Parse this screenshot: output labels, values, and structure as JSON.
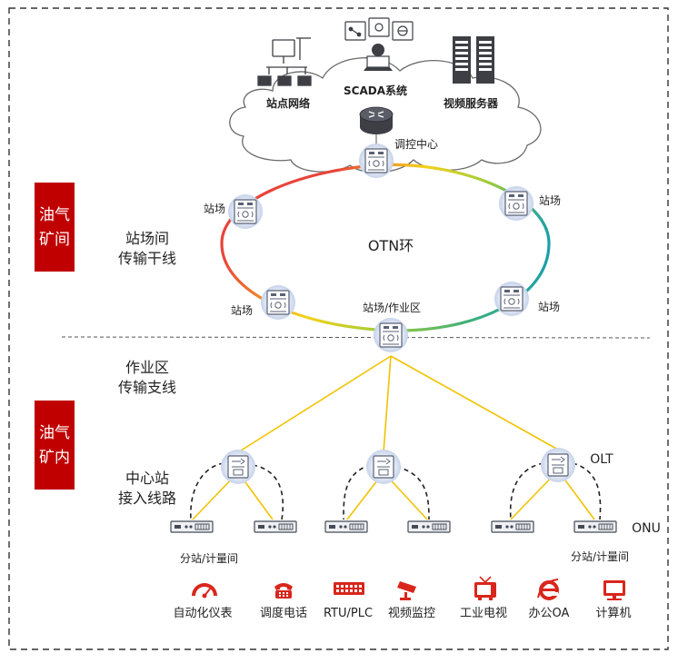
{
  "cloud": {
    "site_network_label": "站点网络",
    "scada_label": "SCADA系统",
    "video_server_label": "视频服务器"
  },
  "ring": {
    "control_center_label": "调控中心",
    "station_label": "站场",
    "station_work_area_label": "站场/作业区",
    "ring_label": "OTN环",
    "trunk_label_line1": "站场间",
    "trunk_label_line2": "传输干线"
  },
  "regions": {
    "upper_line1": "油气",
    "upper_line2": "矿间",
    "lower_line1": "油气",
    "lower_line2": "矿内"
  },
  "branch": {
    "label_line1": "作业区",
    "label_line2": "传输支线"
  },
  "access": {
    "label_line1": "中心站",
    "label_line2": "接入线路",
    "olt_label": "OLT",
    "onu_label": "ONU",
    "substation_label": "分站/计量间"
  },
  "legend": [
    {
      "label": "自动化仪表",
      "icon": "gauge-icon"
    },
    {
      "label": "调度电话",
      "icon": "telephone-icon"
    },
    {
      "label": "RTU/PLC",
      "icon": "rtu-plc-icon"
    },
    {
      "label": "视频监控",
      "icon": "cctv-camera-icon"
    },
    {
      "label": "工业电视",
      "icon": "tv-icon"
    },
    {
      "label": "办公OA",
      "icon": "ie-icon"
    },
    {
      "label": "计算机",
      "icon": "computer-icon"
    }
  ],
  "colors": {
    "region_red": "#c00000",
    "branch_yellow": "#f2c200",
    "ring_red": "#e8443a",
    "ring_yellow": "#f5d21a",
    "ring_green": "#9ccc3c",
    "ring_teal": "#1aa0a8",
    "legend_red": "#d9261c"
  }
}
